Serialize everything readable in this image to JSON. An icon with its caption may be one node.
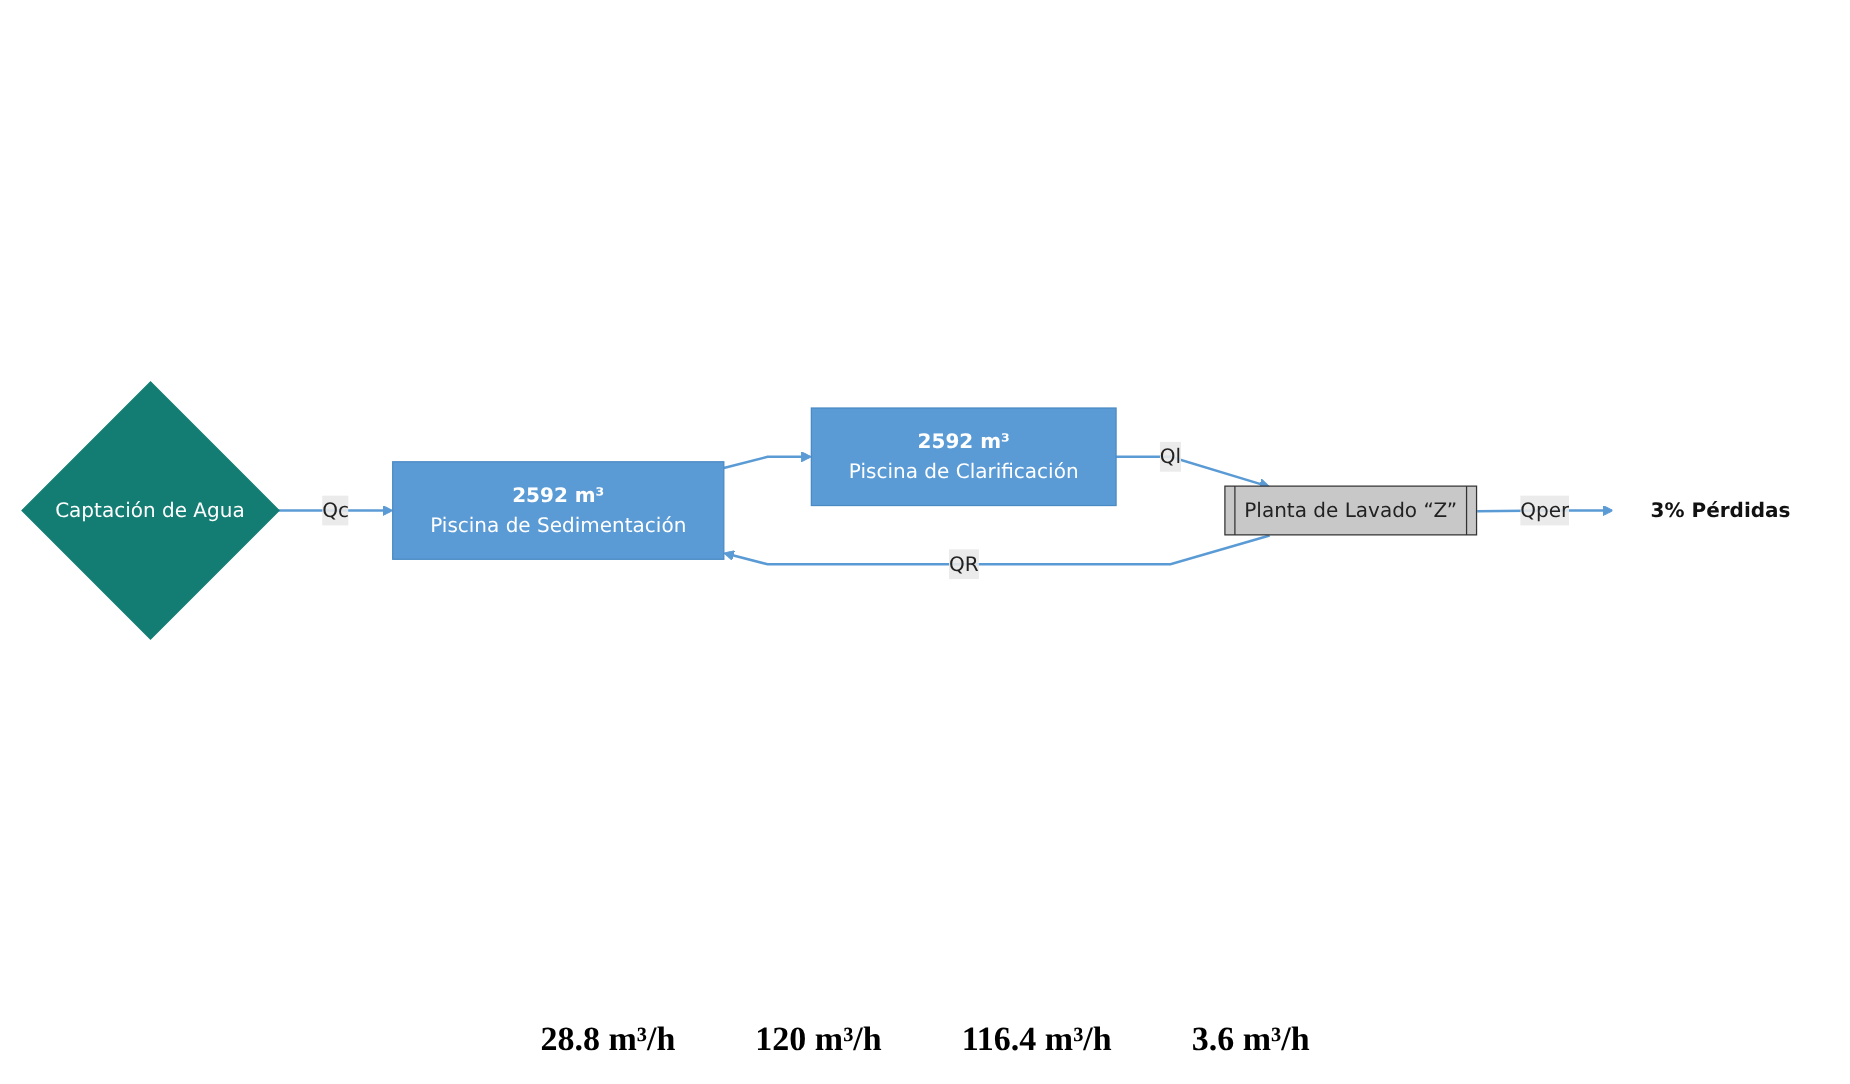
{
  "diagram": {
    "nodes": [
      {
        "text": [
          "Captación de Agua"
        ]
      },
      {
        "text": [
          "2592 m³",
          "Piscina de Sedimentación"
        ]
      },
      {
        "text": [
          "2592 m³",
          "Piscina de Clarificación"
        ]
      },
      {
        "text": [
          "Planta de Lavado “Z”"
        ]
      },
      {
        "text": [
          "3% Pérdidas"
        ]
      }
    ],
    "edges": [
      {
        "from": 0,
        "to": 1,
        "arrow": "to",
        "label": "Qc"
      },
      {
        "from": 1,
        "to": 2,
        "arrow": "to"
      },
      {
        "from": 2,
        "to": 3,
        "arrow": "to",
        "label": "Ql"
      },
      {
        "from": 3,
        "to": 1,
        "arrow": "to",
        "label": "QR"
      },
      {
        "from": 3,
        "to": 4,
        "arrow": "to",
        "label": "Qper"
      }
    ],
    "labels": [
      "28.8 m³/h",
      "120 m³/h",
      "116.4 m³/h",
      "3.6 m³/h"
    ]
  }
}
